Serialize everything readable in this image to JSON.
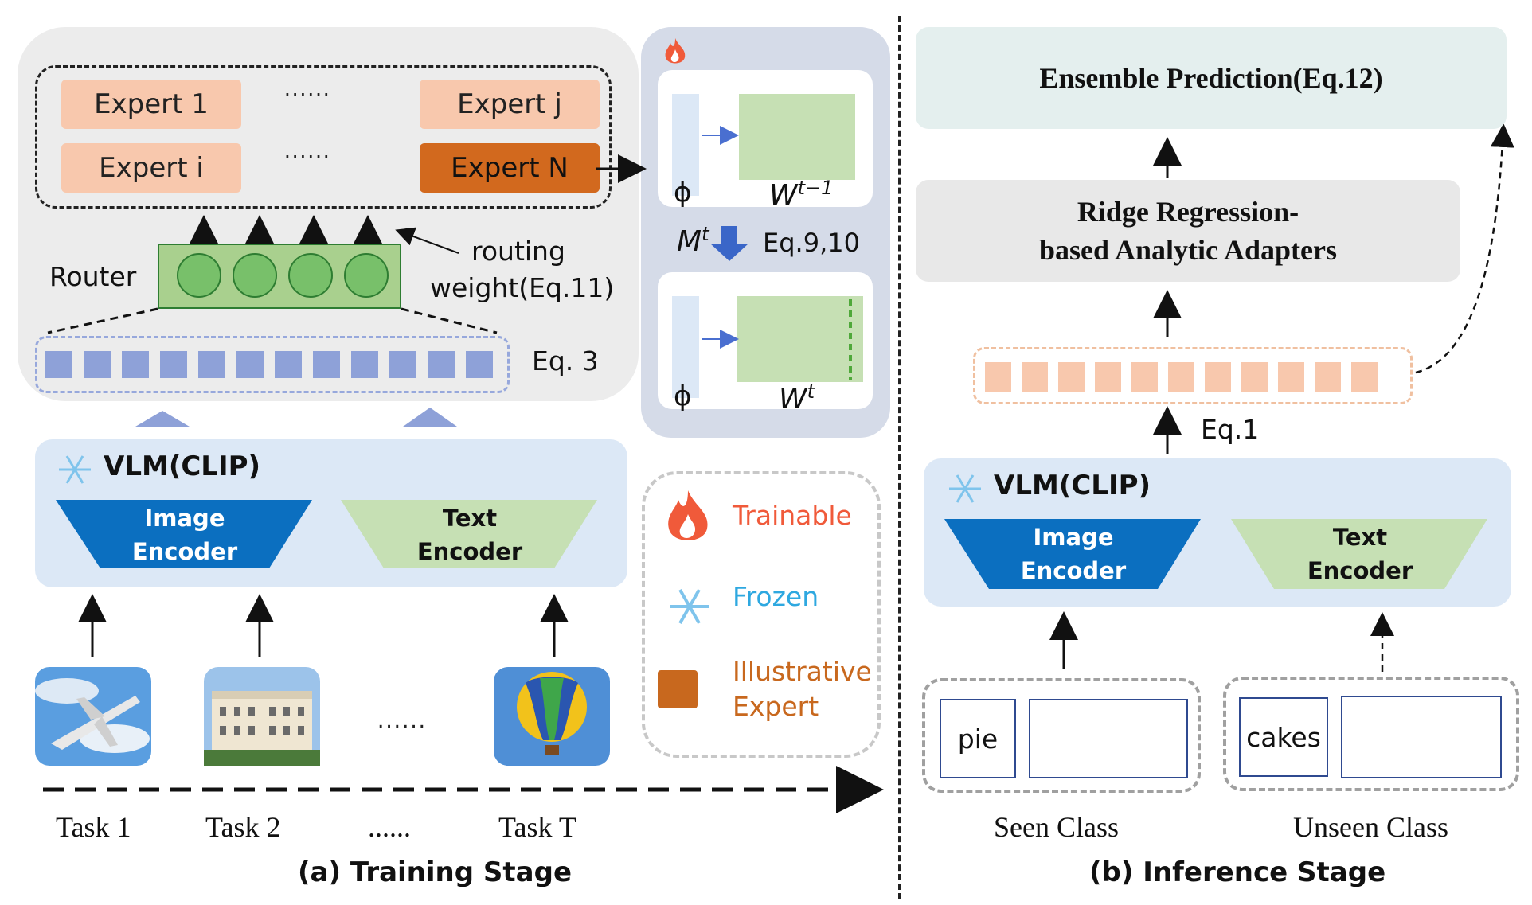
{
  "training": {
    "experts": {
      "expert_1": "Expert 1",
      "expert_j": "Expert j",
      "expert_i": "Expert i",
      "expert_n": "Expert N",
      "dots_top": "......",
      "dots_mid": "......"
    },
    "router_label": "Router",
    "routing_label_1": "routing",
    "routing_label_2": "weight(Eq.11)",
    "eq3": "Eq. 3",
    "vlm_title": "VLM(CLIP)",
    "image_encoder_1": "Image",
    "image_encoder_2": "Encoder",
    "text_encoder_1": "Text",
    "text_encoder_2": "Encoder",
    "tasks": [
      "Task 1",
      "Task 2",
      "......",
      "Task T"
    ],
    "task_dots": "......",
    "caption": "(a) Training Stage"
  },
  "adapter_detail": {
    "phi": "ϕ",
    "w_prev": "W",
    "w_prev_sup": "t−1",
    "m_label": "M",
    "m_sup": "t",
    "eq_label": "Eq.9,10",
    "w_curr": "W",
    "w_curr_sup": "t"
  },
  "legend": {
    "trainable": "Trainable",
    "frozen": "Frozen",
    "illustrative_1": "Illustrative",
    "illustrative_2": "Expert",
    "colors": {
      "trainable": "#f05a3a",
      "frozen": "#2ea8e0",
      "illustrative": "#c8681e"
    }
  },
  "inference": {
    "ensemble": "Ensemble Prediction(Eq.12)",
    "ridge_1": "Ridge Regression-",
    "ridge_2": "based Analytic Adapters",
    "eq1": "Eq.1",
    "vlm_title": "VLM(CLIP)",
    "image_encoder_1": "Image",
    "image_encoder_2": "Encoder",
    "text_encoder_1": "Text",
    "text_encoder_2": "Encoder",
    "seen_word": "pie",
    "unseen_word": "cakes",
    "seen_label": "Seen Class",
    "unseen_label": "Unseen Class",
    "caption": "(b) Inference Stage"
  }
}
